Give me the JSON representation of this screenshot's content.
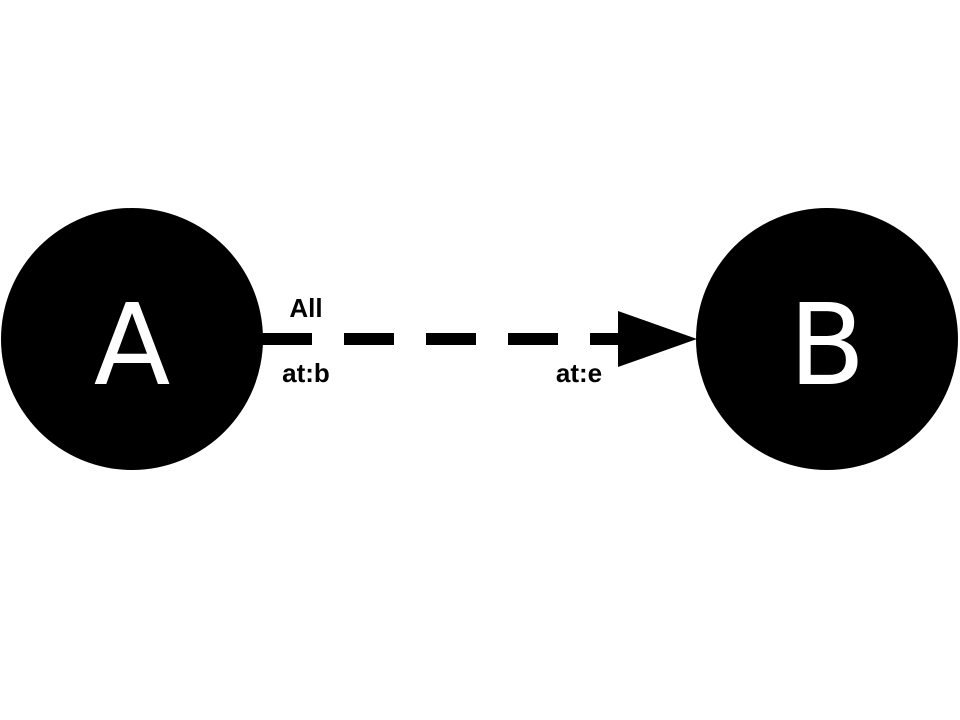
{
  "colors": {
    "background": "#ffffff",
    "node_fill": "#000000",
    "node_text": "#ffffff",
    "edge": "#000000"
  },
  "nodes": [
    {
      "label": "A"
    },
    {
      "label": "B"
    }
  ],
  "edge": {
    "style": "dashed",
    "direction": "A-to-B",
    "label_top": "All",
    "label_start": "at:b",
    "label_end": "at:e"
  }
}
